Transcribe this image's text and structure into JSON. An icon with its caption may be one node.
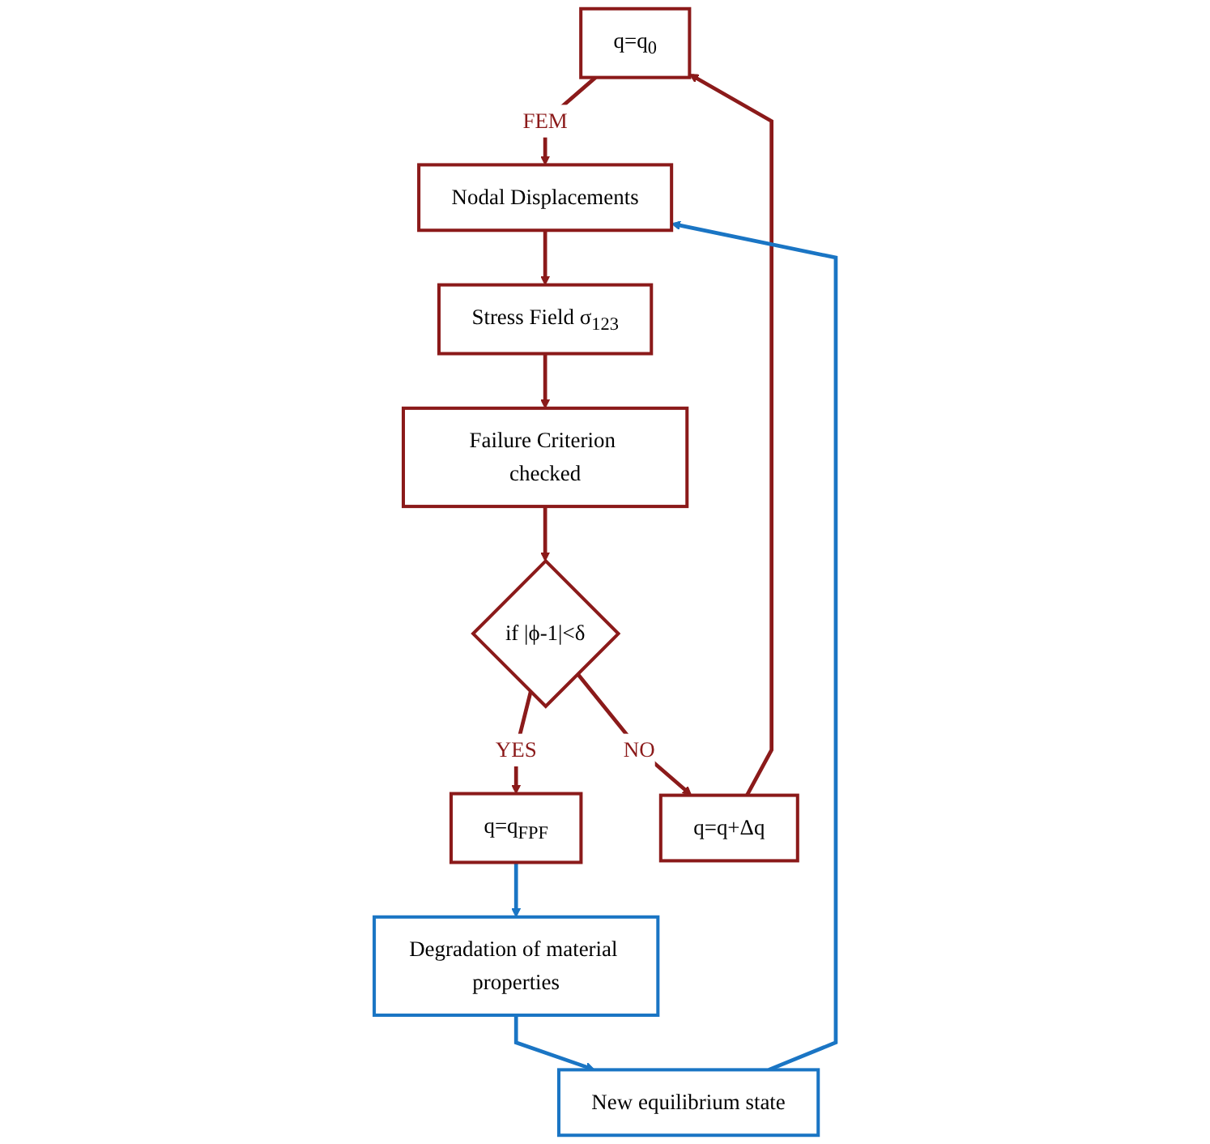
{
  "diagram": {
    "nodes": [
      {
        "text": [
          "q=q$_{0}$"
        ]
      },
      {
        "text": [
          "Nodal Displacements"
        ]
      },
      {
        "text": [
          "Stress Field σ$_{123}$"
        ]
      },
      {
        "text": [
          "Failure Criterion checked"
        ]
      },
      {
        "text": [
          "if |ϕ-1|<δ"
        ]
      },
      {
        "text": [
          "q=q$_{FPF}$"
        ]
      },
      {
        "text": [
          "Degradation of material properties"
        ]
      },
      {
        "text": [
          "New equilibrium state"
        ]
      },
      {
        "text": [
          "q=q+Δq"
        ]
      }
    ],
    "edges": [
      {
        "from": 0,
        "to": 1,
        "arrow": "to",
        "label": "FEM"
      },
      {
        "from": 1,
        "to": 2,
        "arrow": "to"
      },
      {
        "from": 2,
        "to": 3,
        "arrow": "to"
      },
      {
        "from": 3,
        "to": 4,
        "arrow": "to"
      },
      {
        "from": 4,
        "to": 5,
        "arrow": "to",
        "label": "YES"
      },
      {
        "from": 4,
        "to": 8,
        "arrow": "to",
        "label": "NO"
      },
      {
        "from": 8,
        "to": 0,
        "arrow": "to"
      },
      {
        "from": 5,
        "to": 6,
        "arrow": "to",
        "color": "#1a75c4"
      },
      {
        "from": 6,
        "to": 7,
        "arrow": "to",
        "color": "#1a75c4"
      },
      {
        "from": 7,
        "to": 1,
        "arrow": "to",
        "color": "#1a75c4"
      }
    ]
  }
}
